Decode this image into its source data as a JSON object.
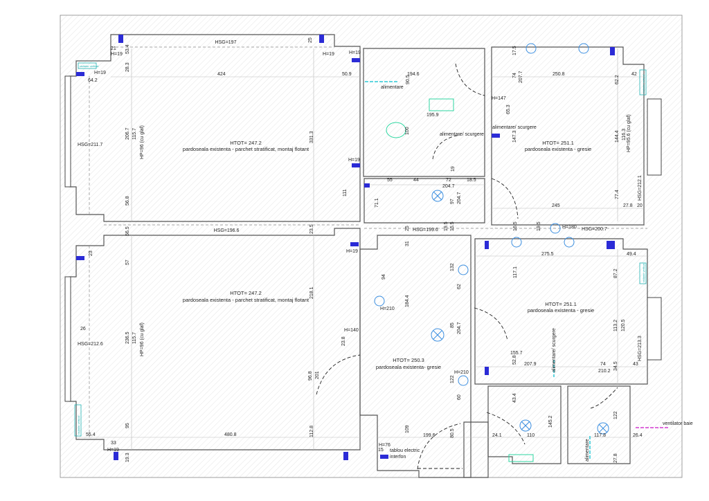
{
  "rooms": [
    {
      "htot": "HTOT= 247.2",
      "floor": "pardoseala existenta - parchet stratificat, montaj flotant"
    },
    {
      "htot": "HTOT= 247.2",
      "floor": "pardoseala existenta - parchet stratificat, montaj flotant"
    },
    {
      "htot": "HTOT= 250.3",
      "floor": "pardoseala existenta- gresie"
    },
    {
      "htot": "HTOT= 251.1",
      "floor": "pardoseala existenta - gresie"
    },
    {
      "htot": "HTOT= 251.1",
      "floor": "pardoseala existenta - gresie"
    }
  ],
  "hsg": [
    "HSG=197",
    "HSG=211.7",
    "HSG=196.6",
    "HSG=212.6",
    "HSG=199.6",
    "HSG=212.1",
    "HSG=200.7",
    "HSG=213.3"
  ],
  "heights": [
    "H=19",
    "H=19",
    "H=19",
    "H=19",
    "H=19",
    "H=19",
    "H=19",
    "H=140",
    "H=210",
    "H=210",
    "H=147",
    "H=180",
    "H=76"
  ],
  "hp": [
    "HP=96 (cu glaf)",
    "HP=96 (cu glaf)",
    "HP=95.6 (cu glaf)"
  ],
  "annotations": {
    "alimentare": "alimentare",
    "alimentare_scurgere": "alimentare/ scurgere",
    "ventilator": "ventilator baie",
    "tablou": "tablou electric",
    "interfon": "interfon",
    "radiator": "radiator vertical"
  },
  "dims": [
    "424",
    "50.9",
    "331.3",
    "206.7",
    "115.7",
    "56.8",
    "53.4",
    "28.3",
    "64.2",
    "21",
    "25",
    "111",
    "480.8",
    "218.1",
    "236.5",
    "115.7",
    "57",
    "95",
    "56.5",
    "23.5",
    "55.4",
    "33",
    "19.3",
    "112.8",
    "96.8",
    "201",
    "23.8",
    "26",
    "23",
    "194.6",
    "90.5",
    "195.9",
    "100",
    "55",
    "44",
    "72",
    "18.5",
    "204.7",
    "97",
    "204.7",
    "71.1",
    "19",
    "250.8",
    "207.7",
    "74",
    "65.3",
    "147.3",
    "144.4",
    "116.3",
    "62.2",
    "42",
    "245",
    "77.4",
    "27.8",
    "20",
    "17.5",
    "275.5",
    "49.4",
    "117.1",
    "87.2",
    "113.2",
    "120.5",
    "155.7",
    "52.8",
    "207.9",
    "74",
    "210.2",
    "34.5",
    "43",
    "132",
    "62",
    "85",
    "204.7",
    "122",
    "60",
    "184.4",
    "94",
    "31",
    "109",
    "199.6",
    "80.5",
    "24.1",
    "110",
    "43.4",
    "145.2",
    "117.8",
    "26.4",
    "122",
    "27.8",
    "15",
    "16.5",
    "19.5",
    "15.5",
    "19.5",
    "25"
  ]
}
